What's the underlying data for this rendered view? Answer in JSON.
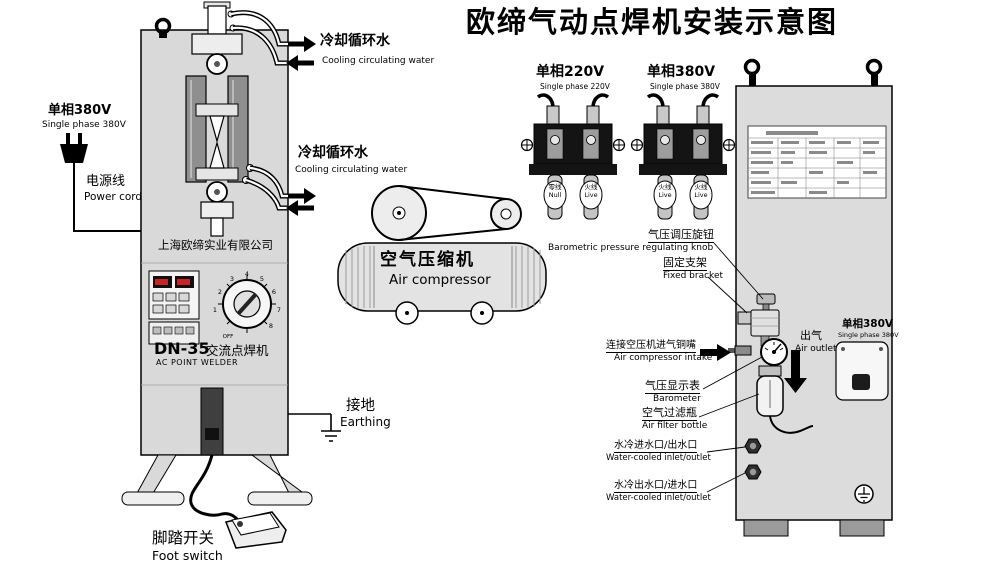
{
  "title": "欧缔气动点焊机安装示意图",
  "welder": {
    "power_cn": "单相380V",
    "power_en": "Single phase 380V",
    "cord_cn": "电源线",
    "cord_en": "Power cord",
    "company": "上海欧缔实业有限公司",
    "model": "DN-35",
    "model_type_cn": "交流点焊机",
    "model_type_en": "AC POINT WELDER",
    "knob_off": "OFF",
    "knob_marks": [
      "1",
      "2",
      "3",
      "4",
      "5",
      "6",
      "7",
      "8"
    ],
    "earth_cn": "接地",
    "earth_en": "Earthing",
    "foot_cn": "脚踏开关",
    "foot_en": "Foot switch"
  },
  "cooling": {
    "top_cn": "冷却循环水",
    "top_en": "Cooling circulating water",
    "mid_cn": "冷却循环水",
    "mid_en": "Cooling circulating water"
  },
  "compressor": {
    "cn": "空气压缩机",
    "en": "Air compressor"
  },
  "plug220": {
    "cn": "单相220V",
    "en": "Single phase 220V",
    "pin1_cn": "零线",
    "pin1_en": "Null",
    "pin2_cn": "火线",
    "pin2_en": "Live"
  },
  "plug380": {
    "cn": "单相380V",
    "en": "Single phase 380V",
    "pin1_cn": "火线",
    "pin1_en": "Live",
    "pin2_cn": "火线",
    "pin2_en": "Live"
  },
  "callouts": {
    "regulator_cn": "气压调压旋钮",
    "regulator_en": "Barometric pressure regulating knob",
    "bracket_cn": "固定支架",
    "bracket_en": "Fixed bracket",
    "intake_cn": "连接空压机进气铜嘴",
    "intake_en": "Air compressor intake",
    "gauge_cn": "气压显示表",
    "gauge_en": "Barometer",
    "filter_cn": "空气过滤瓶",
    "filter_en": "Air filter bottle",
    "water1_cn": "水冷进水口/出水口",
    "water1_en": "Water-cooled inlet/outlet",
    "water2_cn": "水冷出水口/进水口",
    "water2_en": "Water-cooled inlet/outlet",
    "airout_cn": "出气",
    "airout_en": "Air outlet"
  },
  "back_panel": {
    "socket_cn": "单相380V",
    "socket_en": "Single phase 380V"
  },
  "colors": {
    "machine_fill": "#d9d9d9",
    "panel_fill": "#f4f4f4",
    "dark": "#141414",
    "accent_red": "#cc2222"
  }
}
